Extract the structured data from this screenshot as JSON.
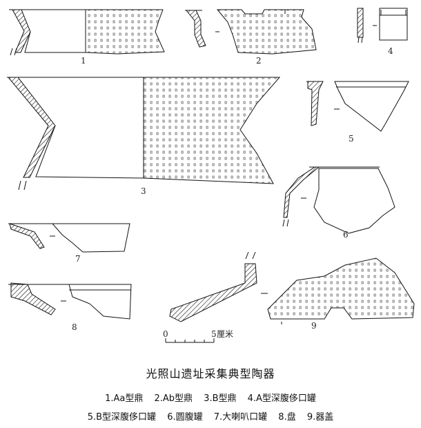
{
  "figure": {
    "numbers": [
      "1",
      "2",
      "3",
      "4",
      "5",
      "6",
      "7",
      "8",
      "9"
    ],
    "scale": {
      "start": "0",
      "end": "5",
      "unit": "厘米"
    },
    "title": "光照山遗址采集典型陶器",
    "legend": [
      [
        "1.Aa型鼎",
        "2.Ab型鼎",
        "3.B型鼎",
        "4.A型深腹侈口罐"
      ],
      [
        "5.B型深腹侈口罐",
        "6.圆腹罐",
        "7.大喇叭口罐",
        "8.盘",
        "9.器盖"
      ]
    ]
  }
}
